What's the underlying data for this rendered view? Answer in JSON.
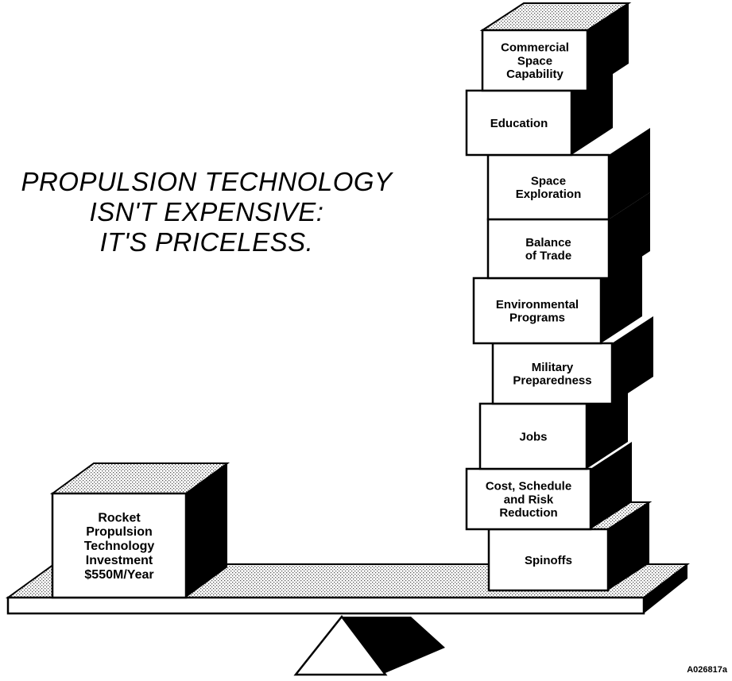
{
  "headline": {
    "line1": "PROPULSION TECHNOLOGY",
    "line2": "ISN'T EXPENSIVE:",
    "line3": "IT'S PRICELESS."
  },
  "investment_block": {
    "lines": [
      "Rocket",
      "Propulsion",
      "Technology",
      "Investment",
      "$550M/Year"
    ]
  },
  "benefit_blocks": [
    {
      "id": "commercial",
      "lines": [
        "Commercial",
        "Space",
        "Capability"
      ]
    },
    {
      "id": "education",
      "lines": [
        "Education"
      ]
    },
    {
      "id": "exploration",
      "lines": [
        "Space",
        "Exploration"
      ]
    },
    {
      "id": "trade",
      "lines": [
        "Balance",
        "of Trade"
      ]
    },
    {
      "id": "environmental",
      "lines": [
        "Environmental",
        "Programs"
      ]
    },
    {
      "id": "military",
      "lines": [
        "Military",
        "Preparedness"
      ]
    },
    {
      "id": "jobs",
      "lines": [
        "Jobs"
      ]
    },
    {
      "id": "risk",
      "lines": [
        "Cost, Schedule",
        "and Risk",
        "Reduction"
      ]
    },
    {
      "id": "spinoffs",
      "lines": [
        "Spinoffs"
      ]
    }
  ],
  "figure_id": "A026817a",
  "colors": {
    "ink": "#000000",
    "paper": "#ffffff",
    "stipple": "#9a9a9a"
  }
}
